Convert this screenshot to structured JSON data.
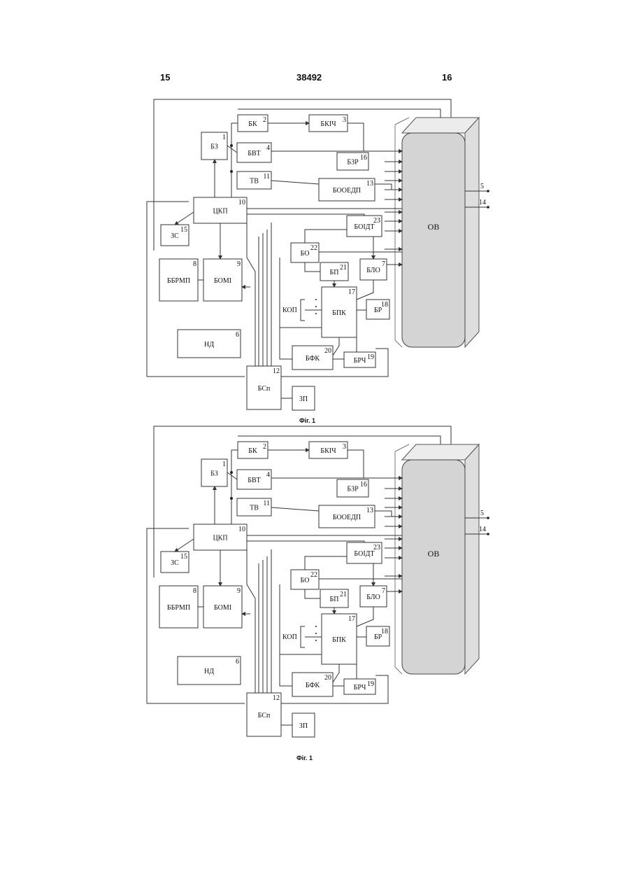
{
  "header": {
    "left_page": "15",
    "patent_number": "38492",
    "right_page": "16"
  },
  "figures": [
    {
      "caption": "Фіг. 1"
    },
    {
      "caption": "Фіг. 1"
    }
  ],
  "blocks": {
    "bk": {
      "label": "БК",
      "num": "2"
    },
    "bkich": {
      "label": "БКІЧ",
      "num": "3"
    },
    "bz": {
      "label": "БЗ",
      "num": "1"
    },
    "bvt": {
      "label": "БВТ",
      "num": "4"
    },
    "bzr": {
      "label": "БЗР",
      "num": "16"
    },
    "tv": {
      "label": "ТВ",
      "num": "11"
    },
    "booedp": {
      "label": "БООЕДП",
      "num": "13"
    },
    "tskp": {
      "label": "ЦКП",
      "num": "10"
    },
    "zs": {
      "label": "ЗС",
      "num": "15"
    },
    "boidt": {
      "label": "БОІДТ",
      "num": "23"
    },
    "bo": {
      "label": "БО",
      "num": "22"
    },
    "bp": {
      "label": "БП",
      "num": "21"
    },
    "blo": {
      "label": "БЛО",
      "num": "7"
    },
    "bbrmp": {
      "label": "ББРМП",
      "num": "8"
    },
    "bomi": {
      "label": "БОМІ",
      "num": "9"
    },
    "kop": {
      "label": "КОП"
    },
    "bpk": {
      "label": "БПК",
      "num": "17"
    },
    "br": {
      "label": "БР",
      "num": "18"
    },
    "nd": {
      "label": "НД",
      "num": "6"
    },
    "bfk": {
      "label": "БФК",
      "num": "20"
    },
    "brch": {
      "label": "БРЧ",
      "num": "19"
    },
    "bsp": {
      "label": "БСп",
      "num": "12"
    },
    "zp": {
      "label": "ЗП"
    },
    "ov": {
      "label": "ОВ"
    }
  },
  "terminals": {
    "t5": "5",
    "t14": "14"
  }
}
